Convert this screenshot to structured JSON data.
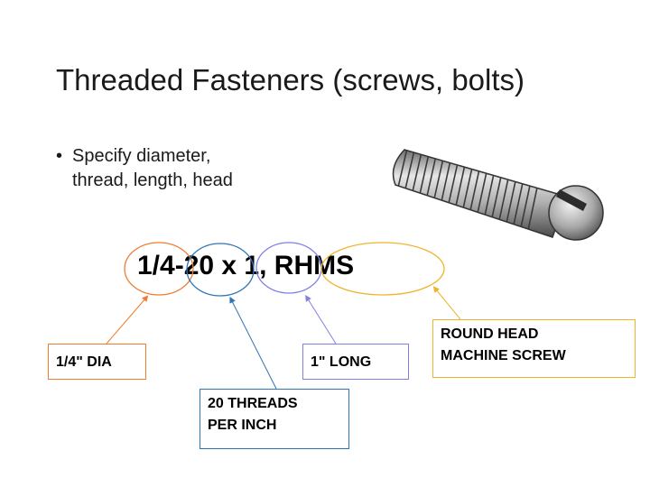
{
  "title": "Threaded Fasteners (screws, bolts)",
  "bullet": {
    "line1": "Specify diameter,",
    "line2": "thread, length, head"
  },
  "spec": "1/4-20 x 1, RHMS",
  "callouts": {
    "diameter": "1/4\" DIA",
    "threads_line1": "20 THREADS",
    "threads_line2": "PER INCH",
    "length": "1\" LONG",
    "head_line1": "ROUND HEAD",
    "head_line2": "MACHINE SCREW"
  },
  "colors": {
    "diameter": "#ed7d31",
    "threads": "#2e75b6",
    "length": "#8080e0",
    "head": "#f0b429"
  },
  "illustration": "screw-icon"
}
